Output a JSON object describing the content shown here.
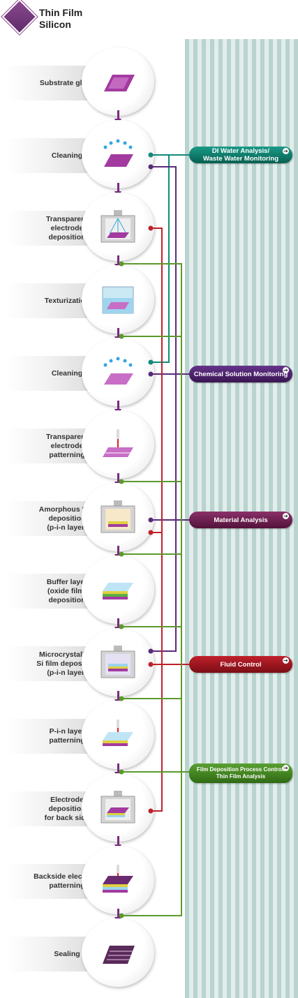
{
  "title": "Thin Film\nSilicon",
  "steps": [
    {
      "label": "Substrate glass"
    },
    {
      "label": "Cleaning"
    },
    {
      "label": "Transparent\nelectrode\ndeposition"
    },
    {
      "label": "Texturization"
    },
    {
      "label": "Cleaning"
    },
    {
      "label": "Transparent\nelectrode\npatterning"
    },
    {
      "label": "Amorphous film\ndeposition\n(p-i-n layer)"
    },
    {
      "label": "Buffer layer\n(oxide film)\ndeposition"
    },
    {
      "label": "Microcrystalline\nSi film deposition\n(p-i-n layer)"
    },
    {
      "label": "P-i-n layer\npatterning"
    },
    {
      "label": "Electrode\ndeposition\nfor back side"
    },
    {
      "label": "Backside electrode\npatterning"
    },
    {
      "label": "Sealing"
    }
  ],
  "categories": [
    {
      "label": "DI Water Analysis/\nWaste Water Monitoring",
      "color": "#0a7a6a"
    },
    {
      "label": "Chemical Solution Monitoring",
      "color": "#4a1f66"
    },
    {
      "label": "Material Analysis",
      "color": "#6a1f4a"
    },
    {
      "label": "Fluid Control",
      "color": "#9a1620"
    },
    {
      "label": "Film Deposition Process Control/\nThin Film Analysis",
      "color": "#3f7f1f"
    }
  ],
  "colors": {
    "accent": "#7a2a80",
    "teal": "#108a7a",
    "purple": "#5a2a7a",
    "red": "#c0202a",
    "green": "#5a9a2a"
  }
}
